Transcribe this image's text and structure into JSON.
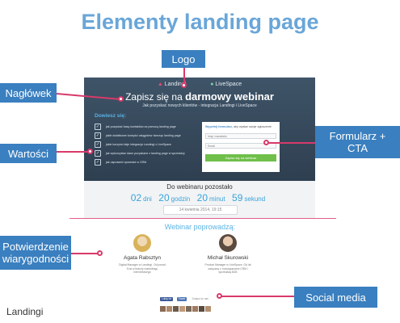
{
  "page_title": "Elementy landing page",
  "callouts": {
    "logo": "Logo",
    "naglowek": "Nagłówek",
    "formularz": "Formularz + CTA",
    "wartosci": "Wartości",
    "potwierdzenie": "Potwierdzenie wiarygodności",
    "social": "Social media"
  },
  "mockup": {
    "logos": [
      "Landingi",
      "LiveSpace"
    ],
    "headline_prefix": "Zapisz się na ",
    "headline_bold": "darmowy webinar",
    "subheadline": "Jak pozyskać nowych klientów - integracja Landingi i LiveSpace",
    "values_title": "Dowiesz się:",
    "values": [
      "jak pozyskać bazę kontaktów za pomocą landing page",
      "jakie dodatkowe korzyści osiągniesz tworząc landing page",
      "jakie korzyści daje integracja Landingi z LiveSpace",
      "jak wykorzystać dane pozyskane z landing page w sprzedaży",
      "jak usprawnić sprzedaż w CRM"
    ],
    "form": {
      "header_bold": "Wypełnij formularz,",
      "header_rest": " aby wysłać swoje zgłoszenie",
      "name_placeholder": "Imię i nazwisko",
      "email_placeholder": "Email",
      "cta": "Zapisz się na webinar"
    },
    "countdown": {
      "title": "Do webinaru pozostało",
      "parts": [
        {
          "num": "02",
          "unit": "dni"
        },
        {
          "num": "20",
          "unit": "godzin"
        },
        {
          "num": "20",
          "unit": "minut"
        },
        {
          "num": "59",
          "unit": "sekund"
        }
      ],
      "date": "14 kwietnia 2014, 19:15"
    },
    "hosts_title": "Webinar poprowadzą:",
    "hosts": [
      {
        "name": "Agata Rabsztyn",
        "desc": "Digital Manager w Landingi. Od ponad 5 lat w branży marketingu internetowego"
      },
      {
        "name": "Michał Skurowski",
        "desc": "Product Manager w LiveSpace. Od lat związany z rozwiązaniami CRM i sprzedażą B2B"
      }
    ],
    "social": {
      "fb": "Lubię to!",
      "tw": "Tweet",
      "text": "Dołącz do nas"
    }
  },
  "brand": "Landingi",
  "colors": {
    "title": "#6aa6d8",
    "callout": "#3a7fbf",
    "connector": "#d83a6a",
    "accent": "#3aa3d8",
    "cta": "#6fbf4a"
  }
}
